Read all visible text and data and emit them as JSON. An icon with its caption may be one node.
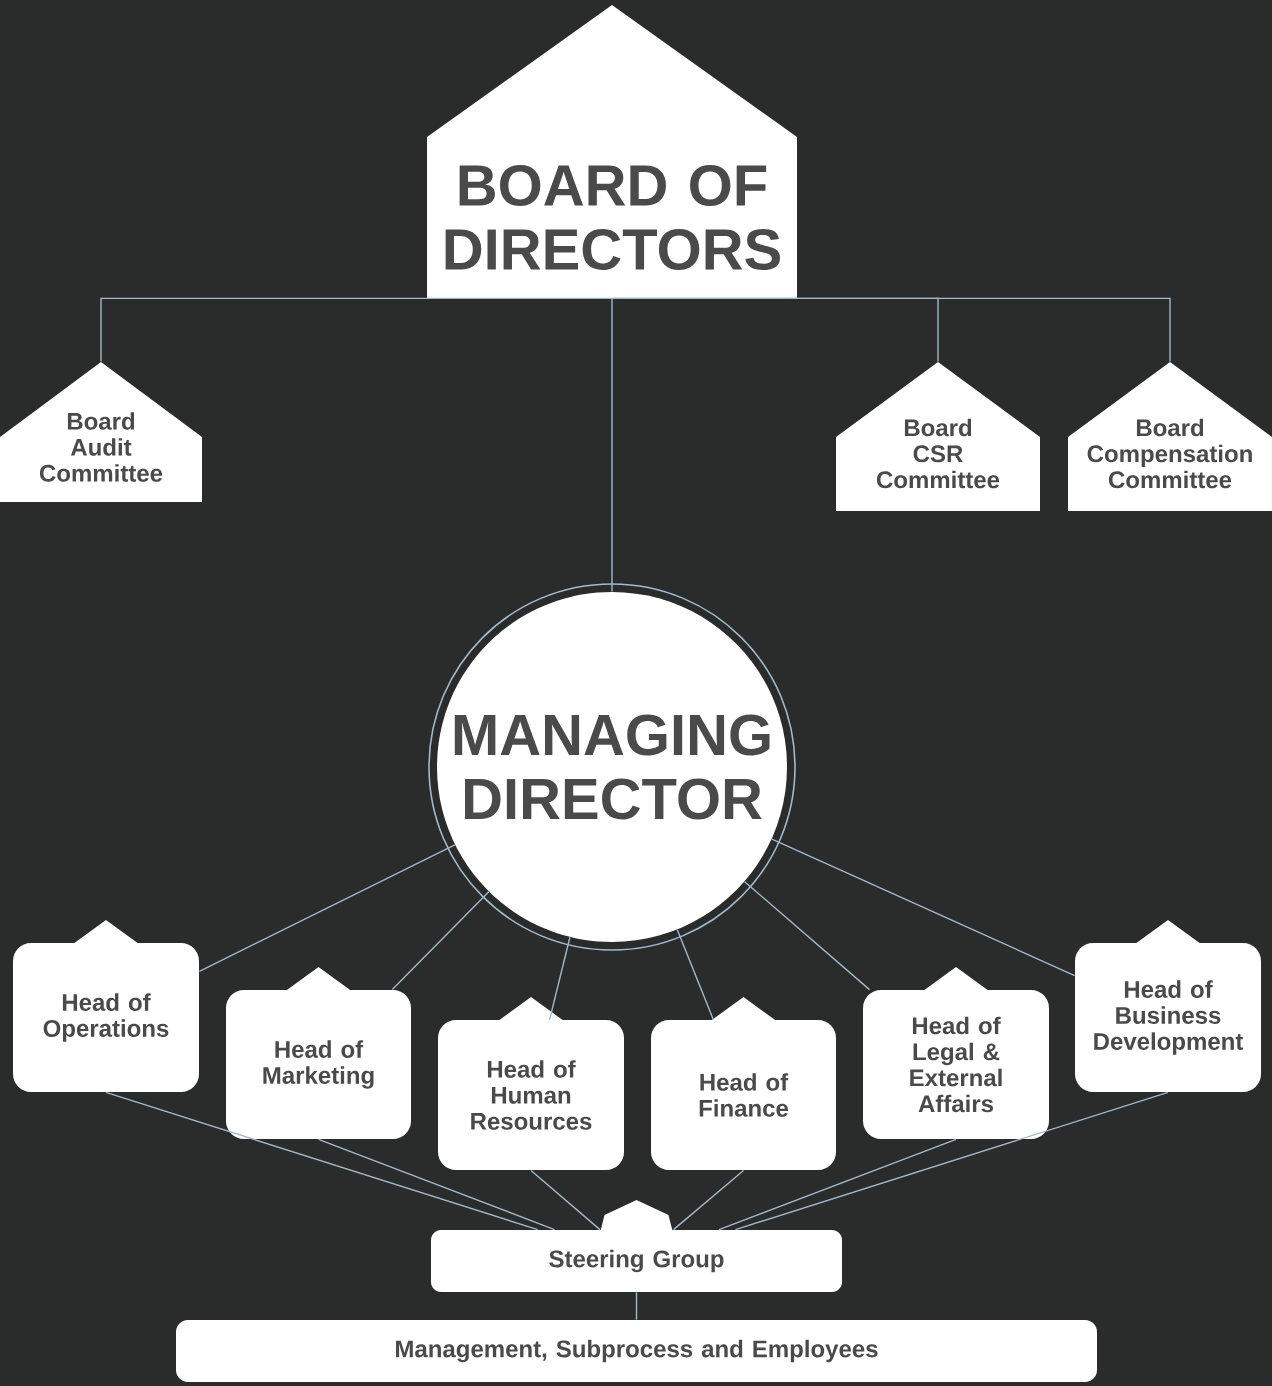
{
  "diagram": {
    "nodes": [
      {
        "text": [
          "BOARD OF DIRECTORS"
        ]
      },
      {
        "text": [
          "Board Audit Committee"
        ]
      },
      {
        "text": [
          "Board CSR Committee"
        ]
      },
      {
        "text": [
          "Board Compensation Committee"
        ]
      },
      {
        "text": [
          "MANAGING DIRECTOR"
        ]
      },
      {
        "text": [
          "Head of Operations"
        ]
      },
      {
        "text": [
          "Head of Marketing"
        ]
      },
      {
        "text": [
          "Head of Human Resources"
        ]
      },
      {
        "text": [
          "Head of Finance"
        ]
      },
      {
        "text": [
          "Head of Legal & External Affairs"
        ]
      },
      {
        "text": [
          "Head of Business Development"
        ]
      },
      {
        "text": [
          "Steering Group"
        ]
      },
      {
        "text": [
          "Management, Subprocess and Employees"
        ]
      }
    ],
    "edges": [
      {
        "from": 0,
        "to": 1,
        "arrow": "none"
      },
      {
        "from": 0,
        "to": 2,
        "arrow": "none"
      },
      {
        "from": 0,
        "to": 3,
        "arrow": "none"
      },
      {
        "from": 0,
        "to": 4,
        "arrow": "none"
      },
      {
        "from": 4,
        "to": 5,
        "arrow": "none"
      },
      {
        "from": 4,
        "to": 6,
        "arrow": "none"
      },
      {
        "from": 4,
        "to": 7,
        "arrow": "none"
      },
      {
        "from": 4,
        "to": 8,
        "arrow": "none"
      },
      {
        "from": 4,
        "to": 9,
        "arrow": "none"
      },
      {
        "from": 4,
        "to": 10,
        "arrow": "none"
      },
      {
        "from": 5,
        "to": 11,
        "arrow": "none"
      },
      {
        "from": 6,
        "to": 11,
        "arrow": "none"
      },
      {
        "from": 7,
        "to": 11,
        "arrow": "none"
      },
      {
        "from": 8,
        "to": 11,
        "arrow": "none"
      },
      {
        "from": 9,
        "to": 11,
        "arrow": "none"
      },
      {
        "from": 10,
        "to": 11,
        "arrow": "none"
      },
      {
        "from": 11,
        "to": 12,
        "arrow": "none"
      }
    ]
  }
}
